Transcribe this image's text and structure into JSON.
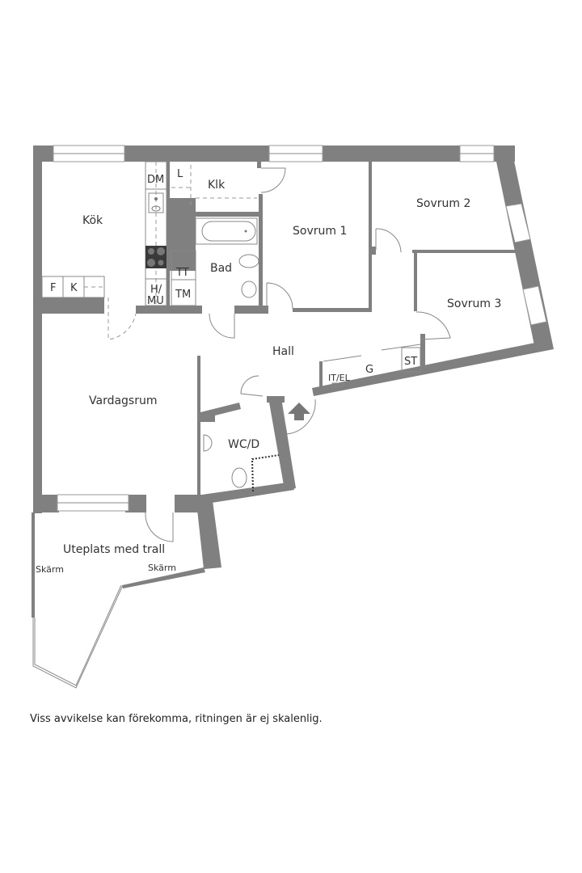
{
  "floorplan": {
    "rooms": {
      "kok": "Kök",
      "klk": "Klk",
      "bad": "Bad",
      "sovrum1": "Sovrum 1",
      "sovrum2": "Sovrum 2",
      "sovrum3": "Sovrum 3",
      "hall": "Hall",
      "vardagsrum": "Vardagsrum",
      "wc_d": "WC/D",
      "uteplats": "Uteplats med trall"
    },
    "fixtures": {
      "dm": "DM",
      "l": "L",
      "f": "F",
      "k": "K",
      "h_line1": "H/",
      "h_line2": "MU",
      "tt": "TT",
      "tm": "TM",
      "g": "G",
      "st": "ST",
      "it_el": "IT/EL"
    },
    "screens": {
      "left": "Skärm",
      "right": "Skärm"
    },
    "colors": {
      "wall": "#808080",
      "stove": "#3a3a3a",
      "background": "#ffffff"
    }
  },
  "footer": {
    "disclaimer": "Viss avvikelse kan förekomma, ritningen är ej skalenlig."
  }
}
